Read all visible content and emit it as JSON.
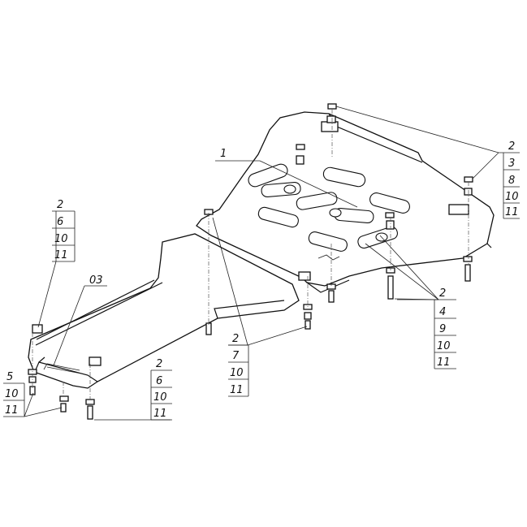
{
  "callouts": {
    "top_right": [
      "2",
      "3",
      "8",
      "10",
      "11"
    ],
    "left_upper": [
      "2",
      "6",
      "10",
      "11"
    ],
    "middle_right": [
      "2",
      "4",
      "9",
      "10",
      "11"
    ],
    "middle": [
      "2",
      "7",
      "10",
      "11"
    ],
    "bottom_center": [
      "2",
      "6",
      "10",
      "11"
    ],
    "bottom_left": [
      "5",
      "10",
      "11"
    ]
  },
  "part_labels": {
    "main_plate": "1",
    "transmission_plate": "03"
  }
}
